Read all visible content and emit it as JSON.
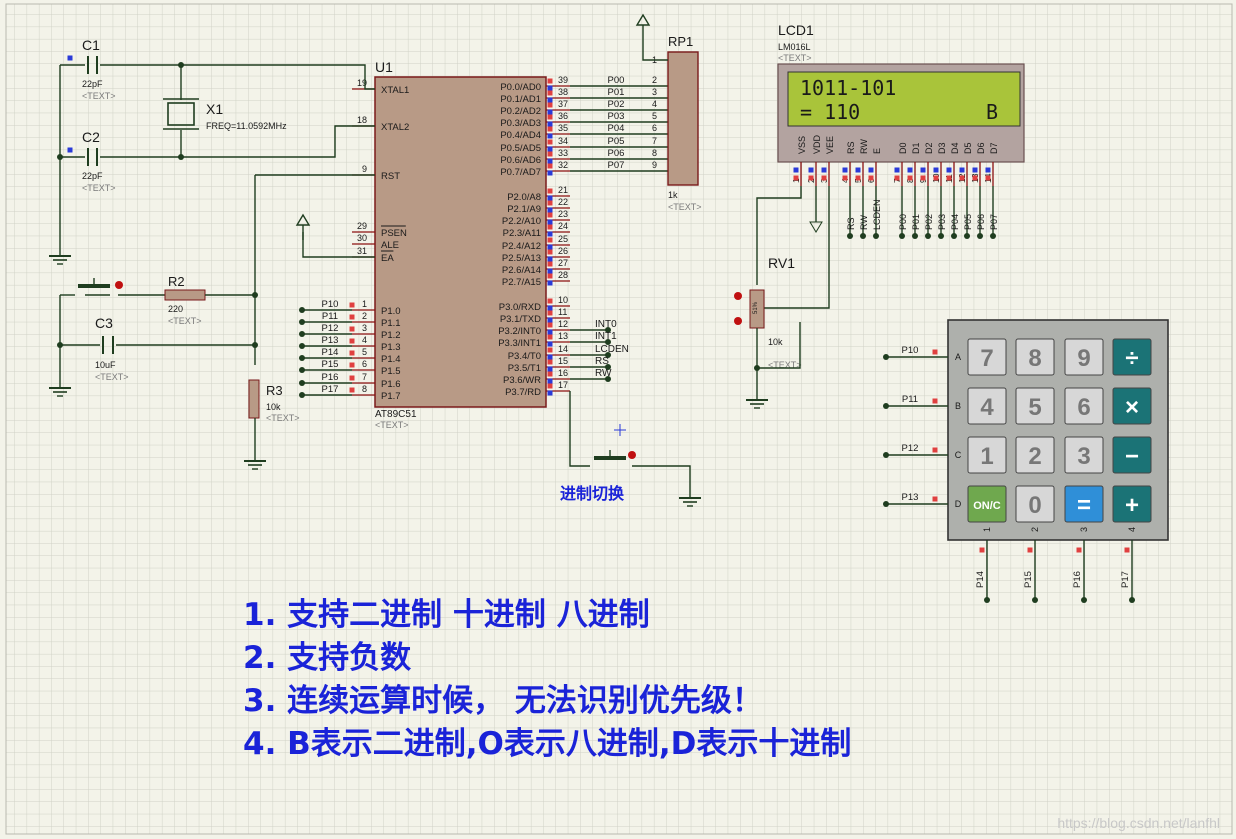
{
  "colors": {
    "grid": "#d0d2c6",
    "wire": "#1f3d1f",
    "chip": "#b89a86",
    "chipBorder": "#7a1a1a",
    "pin": "#8a1010",
    "text": "#1a1a1a",
    "hint": "#7a7a7a",
    "lcdBg": "#a9c43a",
    "key": "#d7d7d7",
    "keyTeal": "#1b7376",
    "keyBlue": "#2f8fd8",
    "keyGreen": "#6fa84e",
    "note": "#1a23d8"
  },
  "u1": {
    "ref": "U1",
    "part": "AT89C51",
    "text": "<TEXT>",
    "left_pins": [
      {
        "num": "19",
        "name": "XTAL1"
      },
      {
        "num": "18",
        "name": "XTAL2"
      },
      {
        "num": "9",
        "name": "RST"
      },
      {
        "num": "29",
        "name": "PSEN"
      },
      {
        "num": "30",
        "name": "ALE"
      },
      {
        "num": "31",
        "name": "EA"
      },
      {
        "num": "1",
        "name": "P1.0",
        "net": "P10"
      },
      {
        "num": "2",
        "name": "P1.1",
        "net": "P11"
      },
      {
        "num": "3",
        "name": "P1.2",
        "net": "P12"
      },
      {
        "num": "4",
        "name": "P1.3",
        "net": "P13"
      },
      {
        "num": "5",
        "name": "P1.4",
        "net": "P14"
      },
      {
        "num": "6",
        "name": "P1.5",
        "net": "P15"
      },
      {
        "num": "7",
        "name": "P1.6",
        "net": "P16"
      },
      {
        "num": "8",
        "name": "P1.7",
        "net": "P17"
      }
    ],
    "right_pins": [
      {
        "num": "39",
        "name": "P0.0/AD0",
        "net": "P00"
      },
      {
        "num": "38",
        "name": "P0.1/AD1",
        "net": "P01"
      },
      {
        "num": "37",
        "name": "P0.2/AD2",
        "net": "P02"
      },
      {
        "num": "36",
        "name": "P0.3/AD3",
        "net": "P03"
      },
      {
        "num": "35",
        "name": "P0.4/AD4",
        "net": "P04"
      },
      {
        "num": "34",
        "name": "P0.5/AD5",
        "net": "P05"
      },
      {
        "num": "33",
        "name": "P0.6/AD6",
        "net": "P06"
      },
      {
        "num": "32",
        "name": "P0.7/AD7",
        "net": "P07"
      },
      {
        "num": "21",
        "name": "P2.0/A8"
      },
      {
        "num": "22",
        "name": "P2.1/A9"
      },
      {
        "num": "23",
        "name": "P2.2/A10"
      },
      {
        "num": "24",
        "name": "P2.3/A11"
      },
      {
        "num": "25",
        "name": "P2.4/A12"
      },
      {
        "num": "26",
        "name": "P2.5/A13"
      },
      {
        "num": "27",
        "name": "P2.6/A14"
      },
      {
        "num": "28",
        "name": "P2.7/A15"
      },
      {
        "num": "10",
        "name": "P3.0/RXD"
      },
      {
        "num": "11",
        "name": "P3.1/TXD"
      },
      {
        "num": "12",
        "name": "P3.2/INT0",
        "net": "INT0"
      },
      {
        "num": "13",
        "name": "P3.3/INT1",
        "net": "INT1"
      },
      {
        "num": "14",
        "name": "P3.4/T0",
        "net": "LCDEN"
      },
      {
        "num": "15",
        "name": "P3.5/T1",
        "net": "RS"
      },
      {
        "num": "16",
        "name": "P3.6/WR",
        "net": "RW"
      },
      {
        "num": "17",
        "name": "P3.7/RD"
      }
    ]
  },
  "c1": {
    "ref": "C1",
    "value": "22pF",
    "text": "<TEXT>"
  },
  "c2": {
    "ref": "C2",
    "value": "22pF",
    "text": "<TEXT>"
  },
  "c3": {
    "ref": "C3",
    "value": "10uF",
    "text": "<TEXT>"
  },
  "x1": {
    "ref": "X1",
    "value": "FREQ=11.0592MHz"
  },
  "r2": {
    "ref": "R2",
    "value": "220",
    "text": "<TEXT>"
  },
  "r3": {
    "ref": "R3",
    "value": "10k",
    "text": "<TEXT>"
  },
  "rp1": {
    "ref": "RP1",
    "value": "1k",
    "text": "<TEXT>",
    "pins": [
      "1",
      "2",
      "3",
      "4",
      "5",
      "6",
      "7",
      "8",
      "9"
    ]
  },
  "rv1": {
    "ref": "RV1",
    "value": "10k",
    "text": "<TEXT>",
    "pct": "51%"
  },
  "lcd": {
    "ref": "LCD1",
    "part": "LM016L",
    "text": "<TEXT>",
    "line1": "1011-101",
    "line2": "= 110",
    "mode": "B",
    "pins": [
      {
        "num": "1",
        "name": "VSS"
      },
      {
        "num": "2",
        "name": "VDD"
      },
      {
        "num": "3",
        "name": "VEE"
      },
      {
        "num": "4",
        "name": "RS",
        "net": "RS"
      },
      {
        "num": "5",
        "name": "RW",
        "net": "RW"
      },
      {
        "num": "6",
        "name": "E",
        "net": "LCDEN"
      },
      {
        "num": "7",
        "name": "D0",
        "net": "P00"
      },
      {
        "num": "8",
        "name": "D1",
        "net": "P01"
      },
      {
        "num": "9",
        "name": "D2",
        "net": "P02"
      },
      {
        "num": "10",
        "name": "D3",
        "net": "P03"
      },
      {
        "num": "11",
        "name": "D4",
        "net": "P04"
      },
      {
        "num": "12",
        "name": "D5",
        "net": "P05"
      },
      {
        "num": "13",
        "name": "D6",
        "net": "P06"
      },
      {
        "num": "14",
        "name": "D7",
        "net": "P07"
      }
    ]
  },
  "switch_label": "进制切换",
  "keypad": {
    "rows": [
      "A",
      "B",
      "C",
      "D"
    ],
    "row_nets": [
      "P10",
      "P11",
      "P12",
      "P13"
    ],
    "cols": [
      "1",
      "2",
      "3",
      "4"
    ],
    "col_nets": [
      "P14",
      "P15",
      "P16",
      "P17"
    ],
    "keys": [
      [
        "7",
        "8",
        "9",
        "÷"
      ],
      [
        "4",
        "5",
        "6",
        "×"
      ],
      [
        "1",
        "2",
        "3",
        "−"
      ],
      [
        "ON/C",
        "0",
        "=",
        "+"
      ]
    ]
  },
  "notes": [
    "1. 支持二进制 十进制 八进制",
    "2. 支持负数",
    "3. 连续运算时候， 无法识别优先级！",
    "4. B表示二进制,O表示八进制,D表示十进制"
  ],
  "watermark": "https://blog.csdn.net/lanfhl"
}
